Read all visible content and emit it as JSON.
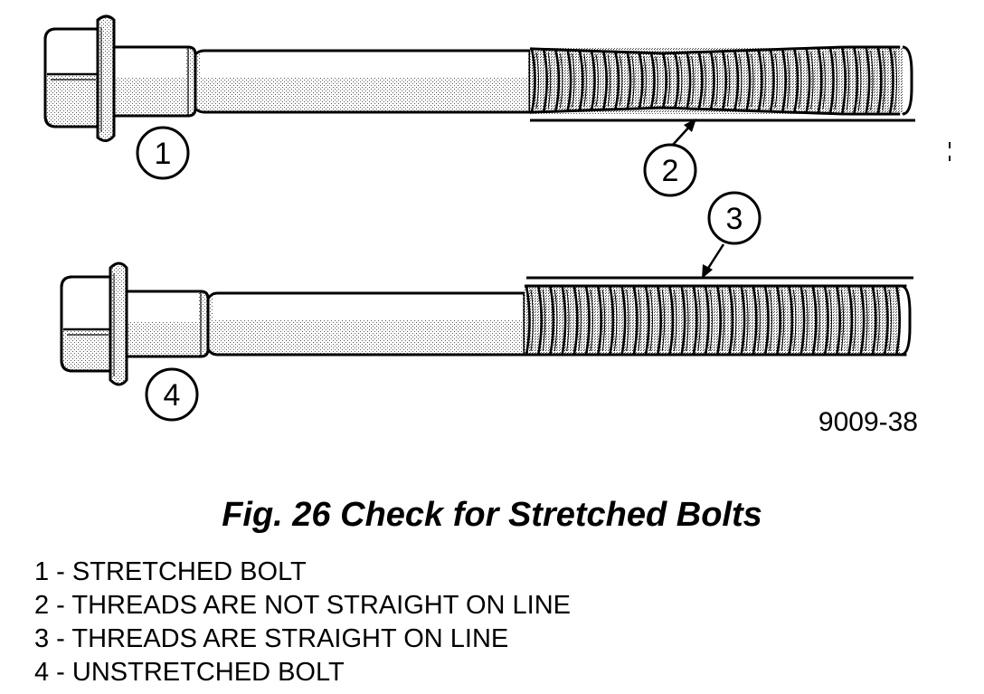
{
  "figure": {
    "callouts": [
      "1",
      "2",
      "3",
      "4"
    ],
    "figure_id": "9009-38"
  },
  "caption": "Fig. 26 Check for Stretched Bolts",
  "legend": [
    "1 - STRETCHED BOLT",
    "2 - THREADS ARE NOT STRAIGHT ON LINE",
    "3 - THREADS ARE STRAIGHT ON LINE",
    "4 - UNSTRETCHED BOLT"
  ]
}
